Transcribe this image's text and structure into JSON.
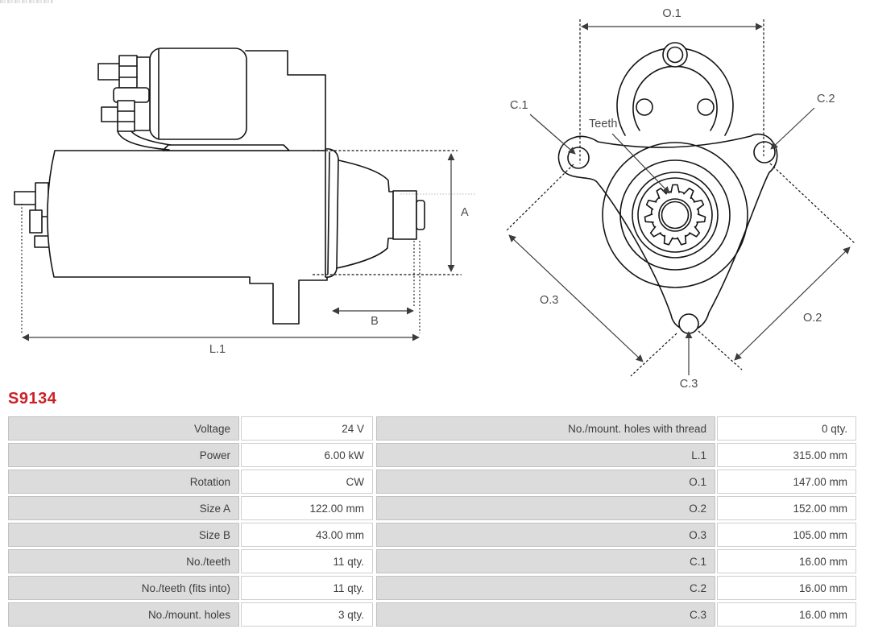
{
  "part_number": "S9134",
  "accent_color": "#cc2127",
  "line_color": "#141414",
  "label_color": "#4d4d4d",
  "table_label_bg": "#dcdcdc",
  "diagram": {
    "side_view": {
      "dim_a": "A",
      "dim_b": "B",
      "dim_l1": "L.1"
    },
    "front_view": {
      "dim_o1": "O.1",
      "dim_o2": "O.2",
      "dim_o3": "O.3",
      "dim_c1": "C.1",
      "dim_c2": "C.2",
      "dim_c3": "C.3",
      "teeth_label": "Teeth"
    }
  },
  "table": {
    "left_rows": [
      {
        "label": "Voltage",
        "value": "24 V"
      },
      {
        "label": "Power",
        "value": "6.00 kW"
      },
      {
        "label": "Rotation",
        "value": "CW"
      },
      {
        "label": "Size A",
        "value": "122.00 mm"
      },
      {
        "label": "Size B",
        "value": "43.00 mm"
      },
      {
        "label": "No./teeth",
        "value": "11 qty."
      },
      {
        "label": "No./teeth (fits into)",
        "value": "11 qty."
      },
      {
        "label": "No./mount. holes",
        "value": "3 qty."
      }
    ],
    "right_rows": [
      {
        "label": "No./mount. holes with thread",
        "value": "0 qty."
      },
      {
        "label": "L.1",
        "value": "315.00 mm"
      },
      {
        "label": "O.1",
        "value": "147.00 mm"
      },
      {
        "label": "O.2",
        "value": "152.00 mm"
      },
      {
        "label": "O.3",
        "value": "105.00 mm"
      },
      {
        "label": "C.1",
        "value": "16.00 mm"
      },
      {
        "label": "C.2",
        "value": "16.00 mm"
      },
      {
        "label": "C.3",
        "value": "16.00 mm"
      }
    ]
  }
}
